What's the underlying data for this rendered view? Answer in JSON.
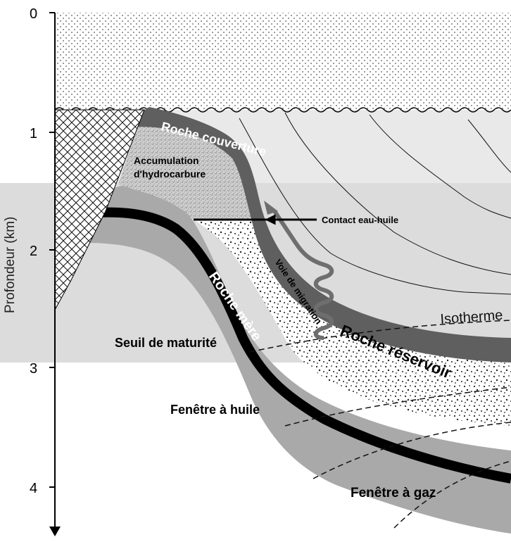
{
  "axis": {
    "label": "Profondeur (km)",
    "ticks": [
      "0",
      "1",
      "2",
      "3",
      "4"
    ]
  },
  "labels": {
    "accumulation_line1": "Accumulation",
    "accumulation_line2": "d'hydrocarbure",
    "roche_couverture": "Roche couverture",
    "contact": "Contact eau-huile",
    "voie_migration": "Voie de migration",
    "roche_mere": "Roche mère",
    "isotherme": "Isotherme",
    "seuil_maturite": "Seuil de maturité",
    "roche_reservoir": "Roche réservoir",
    "fenetre_huile": "Fenêtre à huile",
    "fenetre_gaz": "Fenêtre à gaz"
  },
  "colors": {
    "surface_sediment": "#ffffff",
    "upper_gray": "#e9e9e9",
    "lower_gray": "#d9d9d9",
    "cap_rock": "#5f5f5f",
    "source_band": "#a9a9a9",
    "source_core": "#000000",
    "migration_arrow": "#6e6e6e"
  }
}
